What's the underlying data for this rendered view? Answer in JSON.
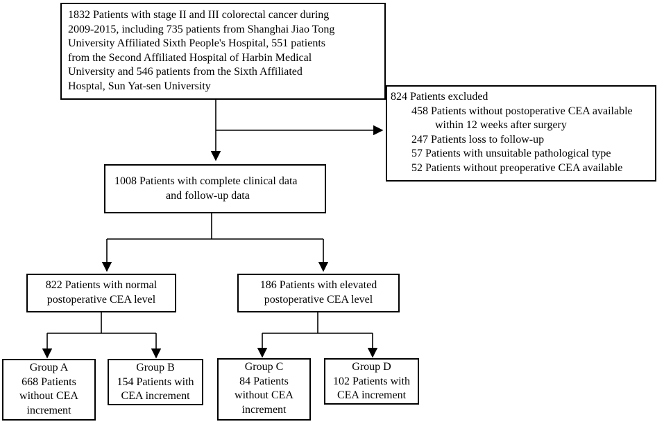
{
  "diagram": {
    "source": {
      "lines": [
        "1832 Patients with stage II and III colorectal cancer during",
        "2009-2015, including 735 patients from Shanghai Jiao Tong",
        "University Affiliated Sixth People's Hospital, 551 patients",
        "from the Second Affiliated Hospital of Harbin Medical",
        "University and  546 patients from the Sixth Affiliated",
        "Hosptal, Sun Yat-sen University"
      ]
    },
    "excluded": {
      "title": "824 Patients excluded",
      "items": [
        "458 Patients without postoperative CEA available",
        "within 12 weeks after surgery",
        "247 Patients loss to follow-up",
        "57 Patients with unsuitable pathological  type",
        "52 Patients without preoperative CEA available"
      ]
    },
    "complete": {
      "lines": [
        "1008 Patients with complete clinical data",
        "and  follow-up data"
      ]
    },
    "normal": {
      "lines": [
        "822 Patients with normal",
        "postoperative CEA level"
      ]
    },
    "elevated": {
      "lines": [
        "186 Patients with elevated",
        "postoperative CEA level"
      ]
    },
    "groups": [
      {
        "lines": [
          "Group A",
          "668 Patients",
          "without CEA",
          "increment"
        ]
      },
      {
        "lines": [
          "Group B",
          "154 Patients with",
          "CEA increment"
        ]
      },
      {
        "lines": [
          "Group C",
          "84 Patients",
          "without CEA",
          "increment"
        ]
      },
      {
        "lines": [
          "Group D",
          "102 Patients with",
          "CEA increment"
        ]
      }
    ]
  }
}
